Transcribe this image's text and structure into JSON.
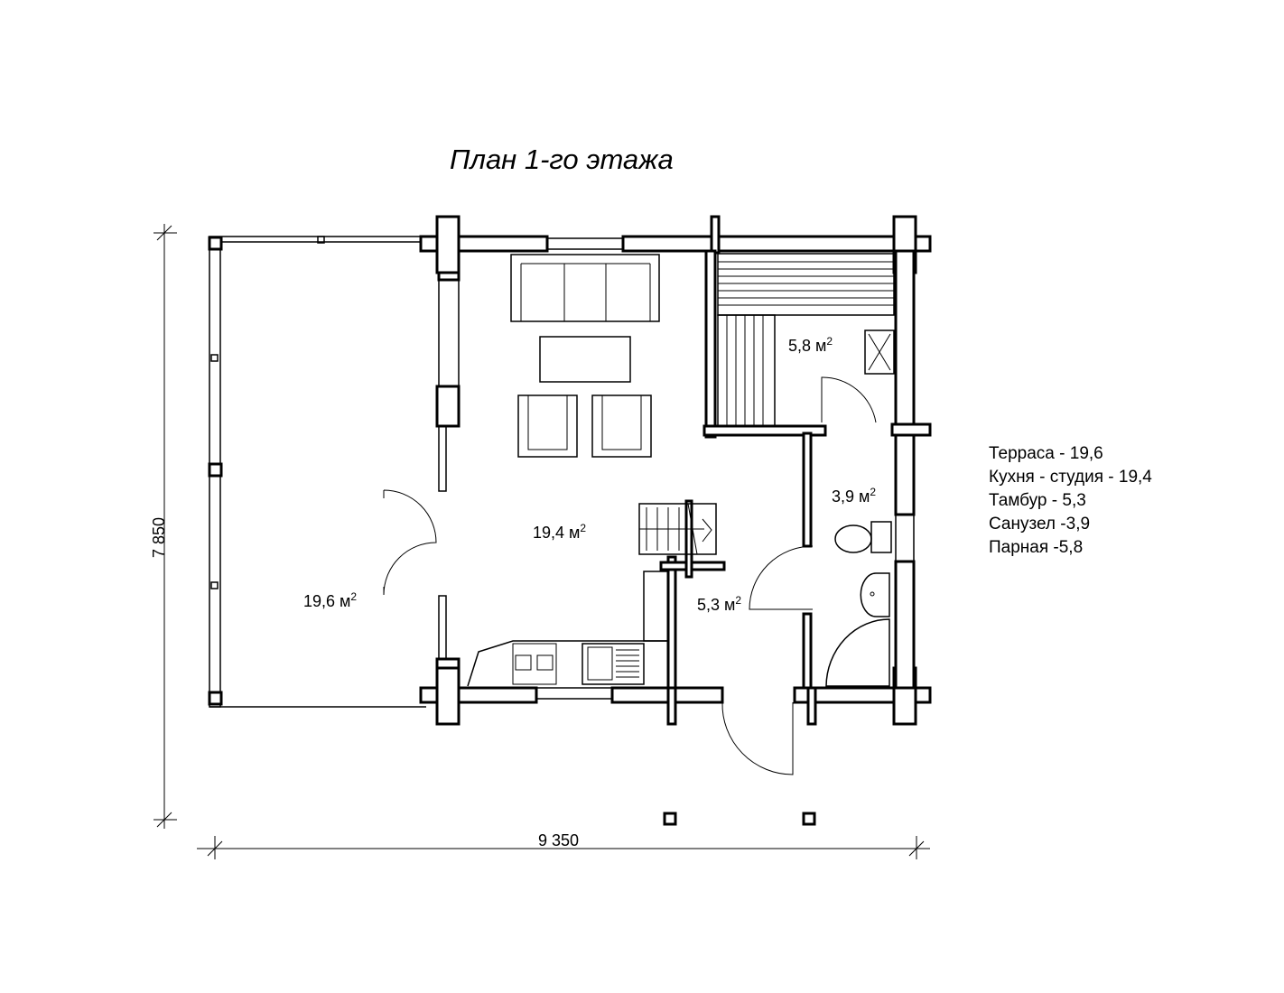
{
  "title": "План 1-го этажа",
  "dimensions": {
    "height": "7 850",
    "width": "9 350"
  },
  "rooms": [
    {
      "value": "19,6 м",
      "sup": "2"
    },
    {
      "value": "19,4 м",
      "sup": "2"
    },
    {
      "value": "5,3 м",
      "sup": "2"
    },
    {
      "value": "3,9 м",
      "sup": "2"
    },
    {
      "value": "5,8 м",
      "sup": "2"
    }
  ],
  "legend": [
    "Терраса - 19,6",
    "Кухня - студия - 19,4",
    "Тамбур - 5,3",
    "Санузел -3,9",
    "Парная -5,8"
  ]
}
